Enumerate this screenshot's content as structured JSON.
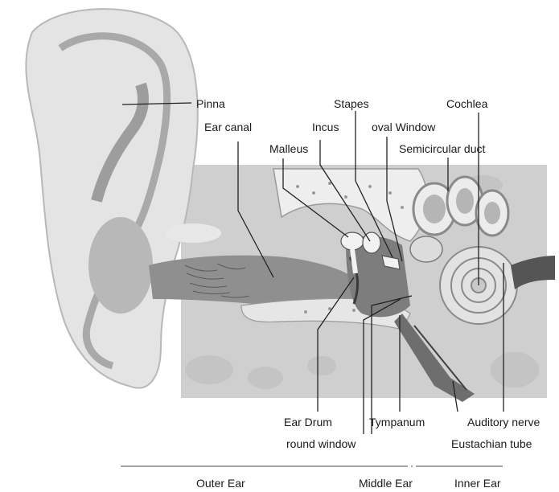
{
  "labels": {
    "pinna": "Pinna",
    "ear_canal": "Ear canal",
    "malleus": "Malleus",
    "incus": "Incus",
    "stapes": "Stapes",
    "oval_window": "oval Window",
    "cochlea": "Cochlea",
    "semicircular_duct": "Semicircular duct",
    "ear_drum": "Ear Drum",
    "tympanum": "Tympanum",
    "auditory_nerve": "Auditory nerve",
    "round_window": "round window",
    "eustachian_tube": "Eustachian tube"
  },
  "sections": {
    "outer_ear": "Outer Ear",
    "middle_ear": "Middle Ear",
    "inner_ear": "Inner Ear"
  }
}
